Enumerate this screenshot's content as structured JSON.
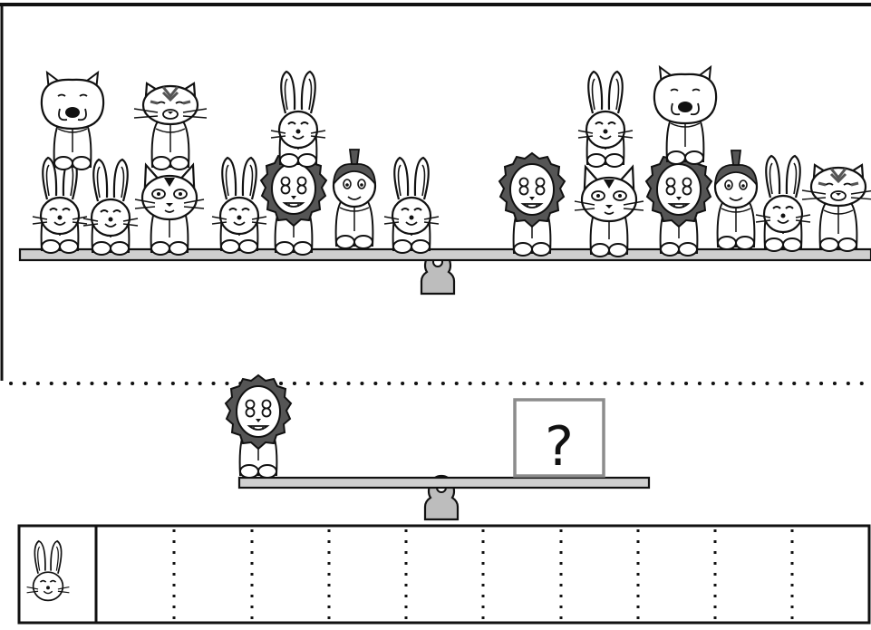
{
  "colors": {
    "outline": "#111111",
    "plank": "#cfcfcf",
    "fulcrum": "#bdbdbd",
    "mane": "#555555",
    "box_border": "#8c8c8c",
    "paper": "#ffffff"
  },
  "top_scene": {
    "left_side": [
      "rabbit",
      "boar",
      "rabbit",
      "cat",
      "tiger",
      "rabbit",
      "lion",
      "rabbit",
      "boy",
      "rabbit"
    ],
    "right_side": [
      "lion",
      "cat",
      "rabbit",
      "lion",
      "boar",
      "boy",
      "rabbit",
      "tiger"
    ]
  },
  "bottom_scene": {
    "left_side": [
      "lion"
    ],
    "unknown_label": "?"
  },
  "answer_row": {
    "unit_icon": "rabbit-icon",
    "box_count": 10
  }
}
